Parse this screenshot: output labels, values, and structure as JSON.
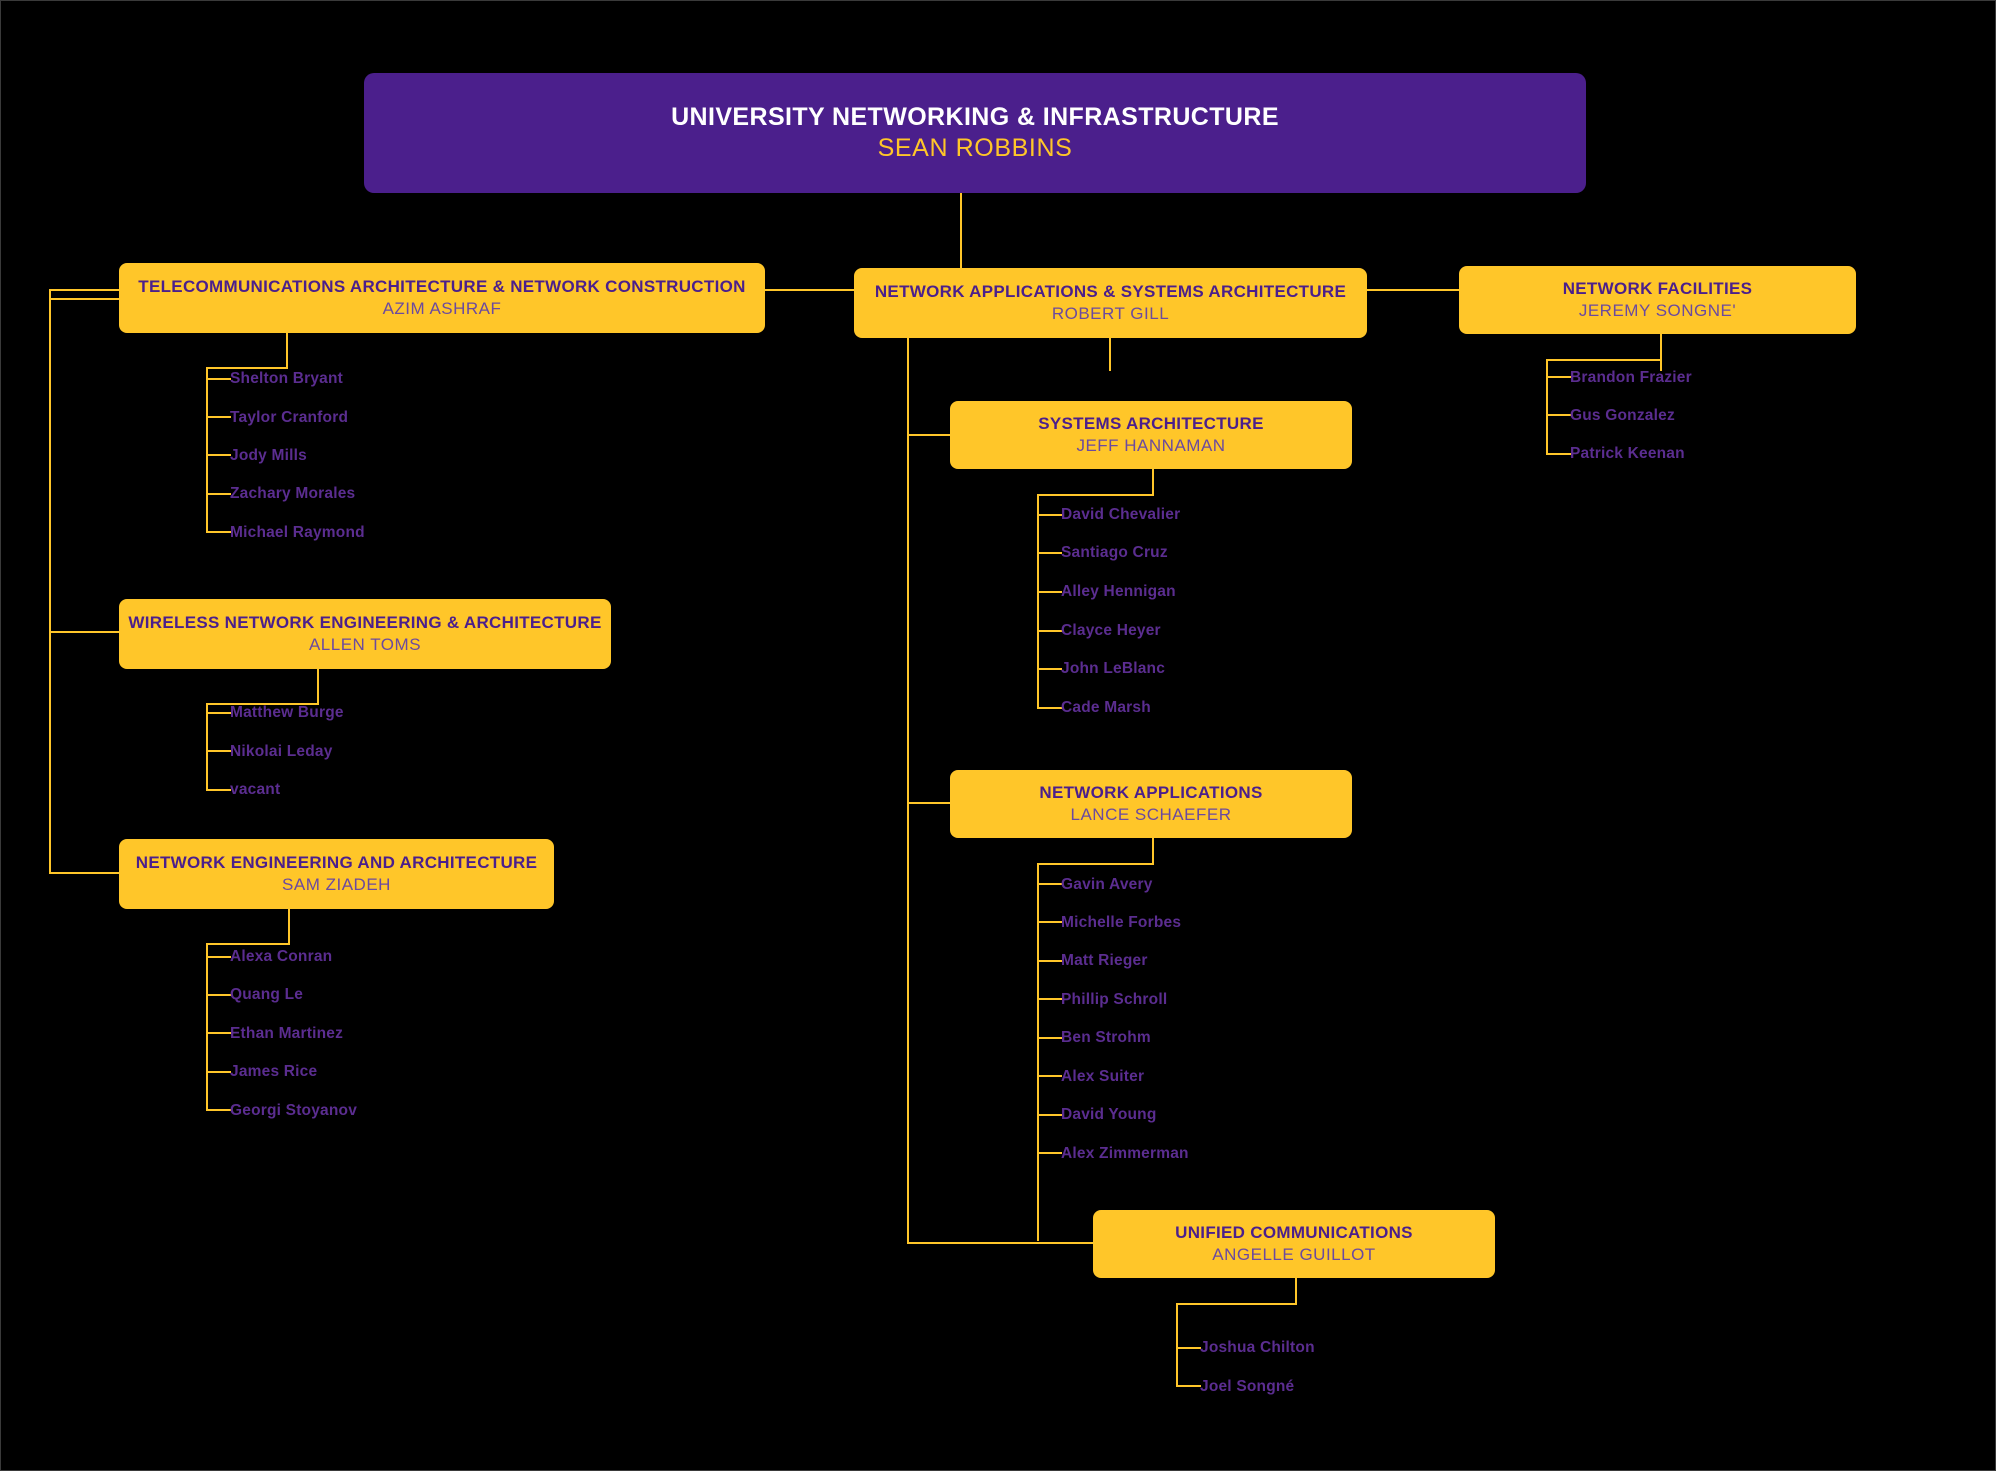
{
  "theme": {
    "background": "#000000",
    "accent_gold": "#FFC629",
    "accent_purple": "#4B1F8C",
    "staff_text": "#5B2D90",
    "person_text": "#6B4AA0",
    "root_title_text": "#FFFFFF"
  },
  "root": {
    "title": "UNIVERSITY NETWORKING & INFRASTRUCTURE",
    "person": "SEAN ROBBINS"
  },
  "departments": {
    "telecom": {
      "title": "TELECOMMUNICATIONS ARCHITECTURE & NETWORK CONSTRUCTION",
      "person": "AZIM ASHRAF",
      "staff": [
        "Shelton Bryant",
        "Taylor Cranford",
        "Jody Mills",
        "Zachary Morales",
        "Michael Raymond"
      ]
    },
    "wireless": {
      "title": "WIRELESS NETWORK ENGINEERING & ARCHITECTURE",
      "person": "ALLEN TOMS",
      "staff": [
        "Matthew Burge",
        "Nikolai Leday",
        "vacant"
      ]
    },
    "neteng": {
      "title": "NETWORK ENGINEERING AND ARCHITECTURE",
      "person": "SAM ZIADEH",
      "staff": [
        "Alexa Conran",
        "Quang Le",
        "Ethan Martinez",
        "James Rice",
        "Georgi Stoyanov"
      ]
    },
    "netapps_sys": {
      "title": "NETWORK APPLICATIONS & SYSTEMS ARCHITECTURE",
      "person": "ROBERT GILL",
      "staff": []
    },
    "sysarch": {
      "title": "SYSTEMS ARCHITECTURE",
      "person": "JEFF HANNAMAN",
      "staff": [
        "David Chevalier",
        "Santiago Cruz",
        "Alley Hennigan",
        "Clayce Heyer",
        "John LeBlanc",
        "Cade Marsh"
      ]
    },
    "netapps": {
      "title": "NETWORK APPLICATIONS",
      "person": "LANCE SCHAEFER",
      "staff": [
        "Gavin Avery",
        "Michelle Forbes",
        "Matt Rieger",
        "Phillip Schroll",
        "Ben Strohm",
        "Alex Suiter",
        "David Young",
        "Alex Zimmerman"
      ]
    },
    "unifiedcomms": {
      "title": "UNIFIED COMMUNICATIONS",
      "person": "ANGELLE GUILLOT",
      "staff": [
        "Joshua Chilton",
        "Joel Songné"
      ]
    },
    "facilities": {
      "title": "NETWORK FACILITIES",
      "person": "JEREMY SONGNE'",
      "staff": [
        "Brandon Frazier",
        "Gus Gonzalez",
        "Patrick Keenan"
      ]
    }
  }
}
